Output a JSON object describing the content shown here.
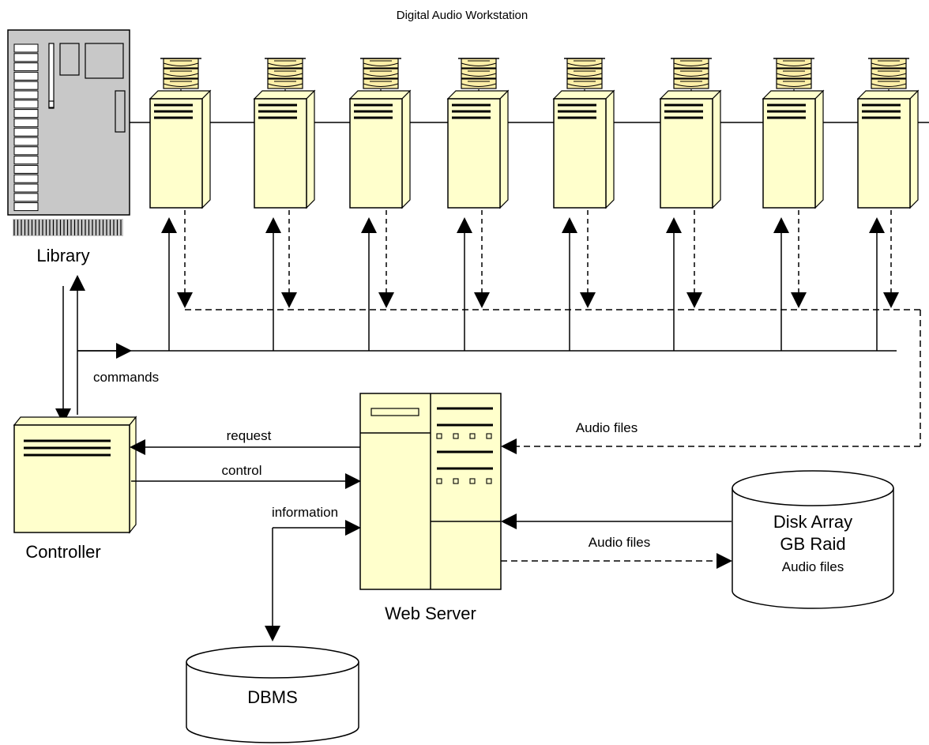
{
  "title": "Digital Audio Workstation",
  "library": {
    "label": "Library"
  },
  "controller": {
    "label": "Controller"
  },
  "web_server": {
    "label": "Web Server"
  },
  "dbms": {
    "label": "DBMS"
  },
  "disk_array": {
    "line1": "Disk Array",
    "line2": "GB Raid",
    "line3": "Audio files"
  },
  "edges": {
    "commands": "commands",
    "request": "request",
    "control": "control",
    "information": "information",
    "audio_files_top": "Audio files",
    "audio_files_bottom": "Audio files"
  },
  "workstation_count": 8,
  "colors": {
    "cream": "#FFFFCC",
    "disk_cream": "#FFEFA8",
    "library_gray": "#C8C8C8",
    "ink": "#000000"
  }
}
